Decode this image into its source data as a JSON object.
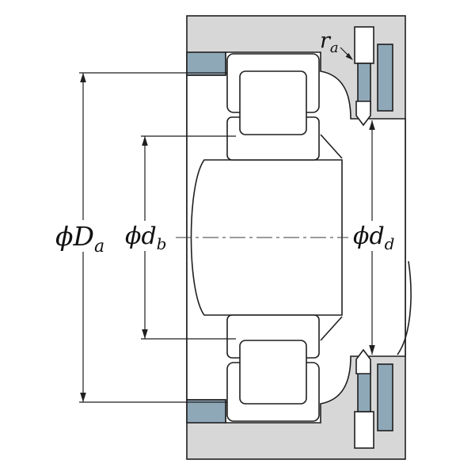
{
  "diagram": {
    "type": "bearing-mounting-cross-section",
    "labels": {
      "Da": {
        "prefix": "ϕD",
        "sub": "a"
      },
      "db": {
        "prefix": "ϕd",
        "sub": "b"
      },
      "dd": {
        "prefix": "ϕd",
        "sub": "d"
      },
      "ra": {
        "prefix": "r",
        "sub": "a"
      }
    },
    "colors": {
      "background": "#ffffff",
      "housing_fill": "#d7d7d7",
      "steel_fill": "#8fa8b8",
      "line": "#1f1f1f"
    }
  }
}
